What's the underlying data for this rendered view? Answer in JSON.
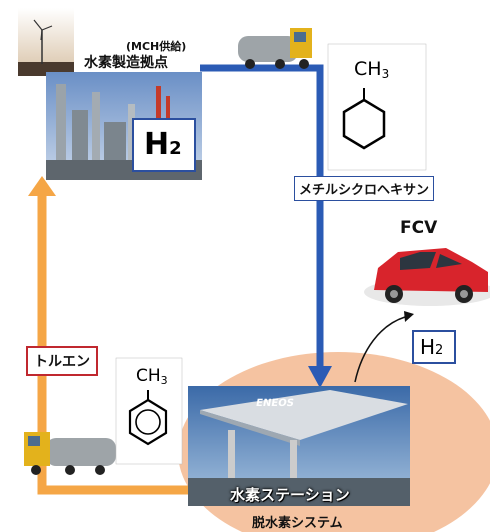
{
  "production": {
    "supply_note": "(MCH供給)",
    "title": "水素製造拠点",
    "product": "H",
    "product_sub": "2"
  },
  "mch": {
    "label": "メチルシクロヘキサン",
    "formula": "CH",
    "formula_sub": "3"
  },
  "toluene": {
    "label": "トルエン",
    "formula": "CH",
    "formula_sub": "3"
  },
  "vehicle": {
    "label": "FCV",
    "fuel": "H",
    "fuel_sub": "2"
  },
  "station": {
    "label": "水素ステーション",
    "brand": "ENEOS",
    "system_label": "脱水素システム"
  },
  "colors": {
    "blue_arrow": "#2b5bb5",
    "orange_arrow": "#f5a646",
    "station_bg": "#f5c3a1",
    "toluene_border": "#c0282f",
    "blue_border": "#2b4f9f"
  }
}
